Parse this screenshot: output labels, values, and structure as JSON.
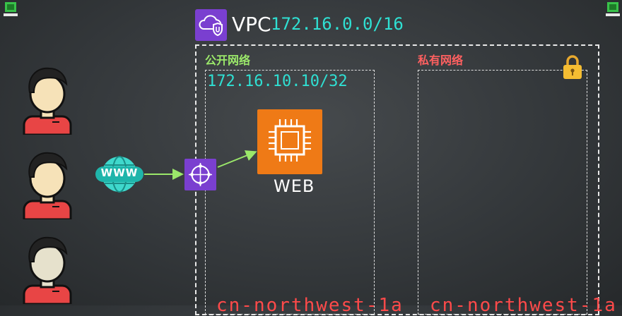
{
  "vpc": {
    "label": "VPC",
    "cidr": "172.16.0.0/16",
    "icon": "vpc-shield-cloud-icon"
  },
  "subnets": {
    "public": {
      "label": "公开网络",
      "cidr": "172.16.10.10/32",
      "availability_zone": "cn-northwest-1a",
      "server_label": "WEB"
    },
    "private": {
      "label": "私有网络",
      "availability_zone": "cn-northwest-1a",
      "icon": "lock-icon"
    }
  },
  "internet": {
    "label": "WWW",
    "icon": "globe-icon"
  },
  "gateway": {
    "icon": "internet-gateway-icon"
  },
  "users": {
    "count": 3,
    "icon": "user-avatar-icon"
  },
  "colors": {
    "cidr": "#2fe0d3",
    "public": "#9be86a",
    "private": "#ff6060",
    "ec2": "#ef7a16",
    "aws_purple": "#7a3fd0",
    "arrow": "#9be86a"
  }
}
